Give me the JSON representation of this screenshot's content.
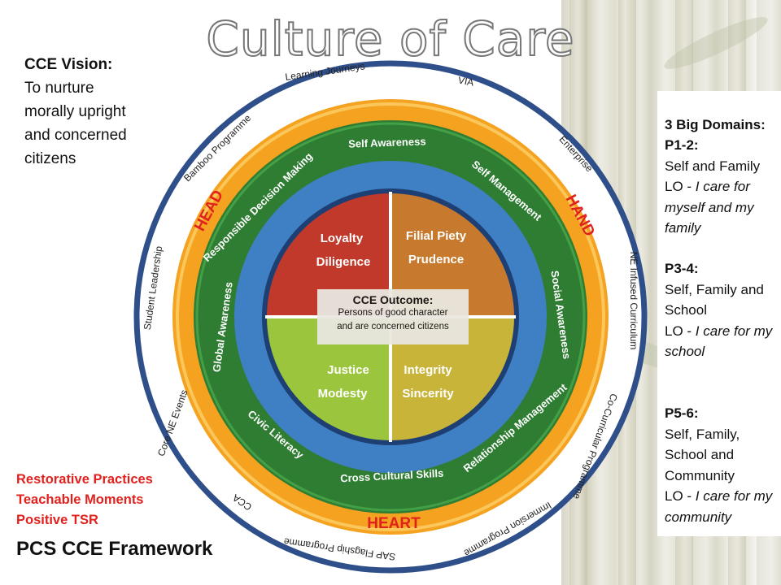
{
  "title": "Culture of Care",
  "vision": {
    "heading": "CCE Vision:",
    "text": "To nurture morally upright and concerned citizens"
  },
  "practices": [
    "Restorative Practices",
    "Teachable Moments",
    "Positive TSR"
  ],
  "framework_title": "PCS CCE Framework",
  "domains": {
    "heading": "3 Big Domains:",
    "groups": [
      {
        "level": "P1-2:",
        "scope": "Self and Family",
        "lo_prefix": "LO - ",
        "lo": "I care for myself and my family"
      },
      {
        "level": "P3-4:",
        "scope": "Self, Family and School",
        "lo_prefix": "LO - ",
        "lo": "I care for my school"
      },
      {
        "level": "P5-6:",
        "scope": "Self, Family, School and Community",
        "lo_prefix": "LO - ",
        "lo": "I care for my community"
      }
    ]
  },
  "outer_ring": [
    "Learning Journeys",
    "VIA",
    "Enterprise",
    "NE Infused Curriculum",
    "Co-Curricular Programme",
    "Immersion Programme",
    "SAP Flagship Programme",
    "CCA",
    "Core NE Events",
    "Student Leadership",
    "Bamboo Programme"
  ],
  "orange_ring": {
    "head": "HEAD",
    "hand": "HAND",
    "heart": "HEART"
  },
  "green_ring": [
    "Self Awareness",
    "Self Management",
    "Social Awareness",
    "Relationship Management",
    "Cross Cultural Skills",
    "Civic Literacy",
    "Global Awareness",
    "Responsible Decision Making"
  ],
  "quadrants": [
    {
      "line1": "Loyalty",
      "line2": "Diligence"
    },
    {
      "line1": "Filial Piety",
      "line2": "Prudence"
    },
    {
      "line1": "Justice",
      "line2": "Modesty"
    },
    {
      "line1": "Integrity",
      "line2": "Sincerity"
    }
  ],
  "outcome": {
    "heading": "CCE Outcome",
    "colon": ":",
    "text1": "Persons of good character",
    "text2": "and are concerned citizens"
  },
  "colors": {
    "navy": "#2f4f8a",
    "orange": "#f5a623",
    "green": "#2e7d32",
    "blue": "#3f7fc4",
    "red": "#c0392b",
    "brown": "#c77a2e",
    "lime": "#9bc53d",
    "olive": "#c9b43a",
    "accent_red": "#e0211d"
  }
}
